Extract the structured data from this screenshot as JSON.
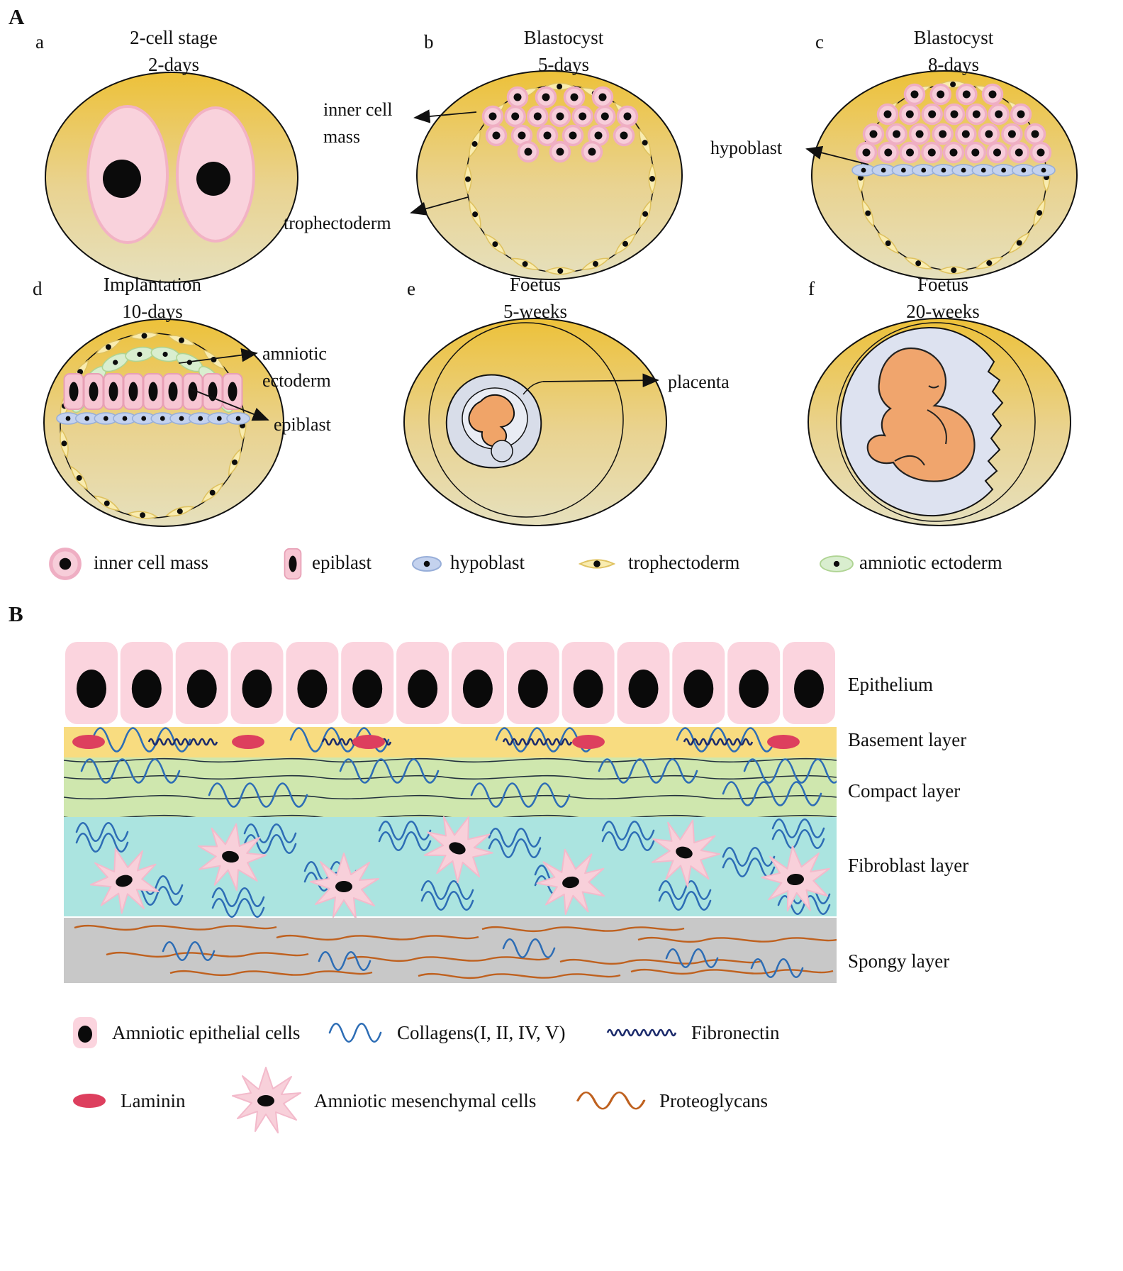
{
  "panelA": {
    "label": "A",
    "stages": [
      {
        "letter": "a",
        "title1": "2-cell stage",
        "title2": "2-days"
      },
      {
        "letter": "b",
        "title1": "Blastocyst",
        "title2": "5-days"
      },
      {
        "letter": "c",
        "title1": "Blastocyst",
        "title2": "8-days"
      },
      {
        "letter": "d",
        "title1": "Implantation",
        "title2": "10-days"
      },
      {
        "letter": "e",
        "title1": "Foetus",
        "title2": "5-weeks"
      },
      {
        "letter": "f",
        "title1": "Foetus",
        "title2": "20-weeks"
      }
    ],
    "annotations": {
      "inner_cell_line1": "inner cell",
      "inner_cell_line2": "mass",
      "trophectoderm": "trophectoderm",
      "hypoblast": "hypoblast",
      "amniotic_line1": "amniotic",
      "amniotic_line2": "ectoderm",
      "epiblast": "epiblast",
      "placenta": "placenta"
    },
    "legend": [
      {
        "label": "inner cell mass"
      },
      {
        "label": "epiblast"
      },
      {
        "label": "hypoblast"
      },
      {
        "label": "trophectoderm"
      },
      {
        "label": "amniotic ectoderm"
      }
    ]
  },
  "panelB": {
    "label": "B",
    "layers": [
      {
        "label": "Epithelium"
      },
      {
        "label": "Basement layer"
      },
      {
        "label": "Compact layer"
      },
      {
        "label": "Fibroblast layer"
      },
      {
        "label": "Spongy layer"
      }
    ],
    "legend": [
      {
        "label": "Amniotic epithelial cells"
      },
      {
        "label": "Collagens(I, II, IV, V)"
      },
      {
        "label": "Fibronectin"
      },
      {
        "label": "Laminin"
      },
      {
        "label": "Amniotic mesenchymal cells"
      },
      {
        "label": "Proteoglycans"
      }
    ]
  },
  "colors": {
    "inner_cell_mass": "#f7cdd9",
    "trophectoderm": "#f9ecb0",
    "hypoblast": "#c4d2ee",
    "amniotic_ectoderm": "#d9eecf",
    "epithelium": "#fbd4de",
    "basement_layer": "#f8dc80",
    "compact_layer": "#cfe7ae",
    "fibroblast_layer": "#abe4e0",
    "spongy_layer": "#c8c8c8",
    "collagen": "#2d6db5",
    "fibronectin": "#1b2a6b",
    "laminin": "#dd3f5e",
    "proteoglycan": "#bf611f"
  }
}
